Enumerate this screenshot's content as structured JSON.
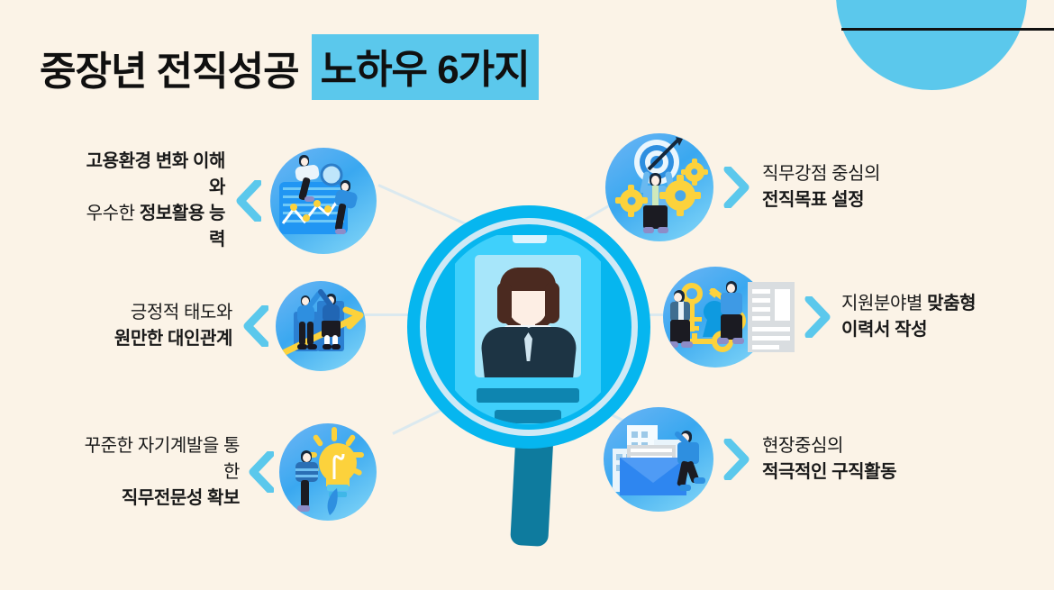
{
  "page": {
    "background_color": "#fbf3e7",
    "accent_color": "#06b6ef",
    "highlight_color": "#5bc8ec",
    "gold_color": "#fcd23c"
  },
  "title": {
    "plain": "중장년 전직성공",
    "highlighted": "노하우 6가지"
  },
  "center": {
    "icon": "magnifier-with-resume-card",
    "card_label": "resume-photo-card"
  },
  "items": [
    {
      "position": "left-top",
      "icon": "data-analysis-chart-icon",
      "line1_regular": "",
      "line1_bold": "고용환경 변화 이해와",
      "line2_regular": "우수한 ",
      "line2_bold": "정보활용 능력"
    },
    {
      "position": "left-middle",
      "icon": "teamwork-highfive-icon",
      "line1_regular": "긍정적 태도와",
      "line1_bold": "",
      "line2_regular": "",
      "line2_bold": "원만한 대인관계"
    },
    {
      "position": "left-bottom",
      "icon": "lightbulb-idea-icon",
      "line1_regular": "꾸준한 자기계발을 통한",
      "line1_bold": "",
      "line2_regular": "",
      "line2_bold": "직무전문성 확보"
    },
    {
      "position": "right-top",
      "icon": "target-gears-icon",
      "line1_regular": "직무강점 중심의",
      "line1_bold": "",
      "line2_regular": "",
      "line2_bold": "전직목표 설정"
    },
    {
      "position": "right-middle",
      "icon": "keys-document-icon",
      "line1_regular": "지원분야별 ",
      "line1_bold": "맞춤형",
      "line2_regular": "",
      "line2_bold": "이력서 작성"
    },
    {
      "position": "right-bottom",
      "icon": "envelope-buildings-icon",
      "line1_regular": "현장중심의",
      "line1_bold": "",
      "line2_regular": "",
      "line2_bold": "적극적인 구직활동"
    }
  ]
}
